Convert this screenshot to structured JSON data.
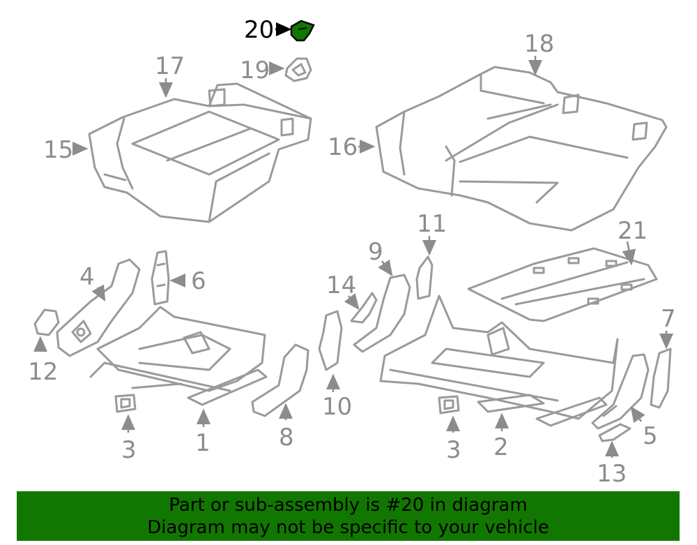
{
  "colors": {
    "highlight": "#127700",
    "part_stroke": "#9a9a9a",
    "label": "#8c8c8c",
    "banner_bg": "#127700"
  },
  "labels": {
    "p1": "1",
    "p2": "2",
    "p3a": "3",
    "p3b": "3",
    "p4": "4",
    "p5": "5",
    "p6": "6",
    "p7": "7",
    "p8": "8",
    "p9": "9",
    "p10": "10",
    "p11": "11",
    "p12": "12",
    "p13": "13",
    "p14": "14",
    "p15": "15",
    "p16": "16",
    "p17": "17",
    "p18": "18",
    "p19": "19",
    "p20": "20",
    "p21": "21"
  },
  "highlighted_part": "20",
  "banner": {
    "line1": "Part or sub-assembly is #20 in diagram",
    "line2": "Diagram may not be specific to your vehicle"
  }
}
